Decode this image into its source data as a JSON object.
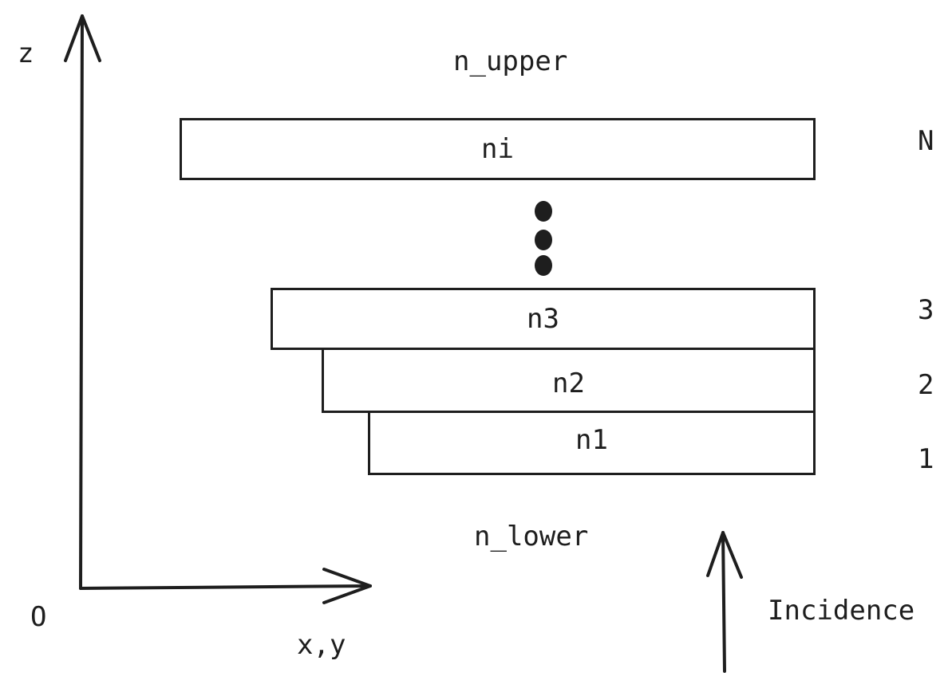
{
  "axes": {
    "vertical_label": "z",
    "horizontal_label": "x,y",
    "origin_label": "O"
  },
  "media": {
    "upper": "n_upper",
    "lower": "n_lower"
  },
  "layers": [
    {
      "label": "ni",
      "index_label": "N"
    },
    {
      "label": "n3",
      "index_label": "3"
    },
    {
      "label": "n2",
      "index_label": "2"
    },
    {
      "label": "n1",
      "index_label": "1"
    }
  ],
  "incidence": {
    "label": "Incidence"
  },
  "colors": {
    "stroke": "#1e1e1e",
    "background": "#ffffff"
  }
}
